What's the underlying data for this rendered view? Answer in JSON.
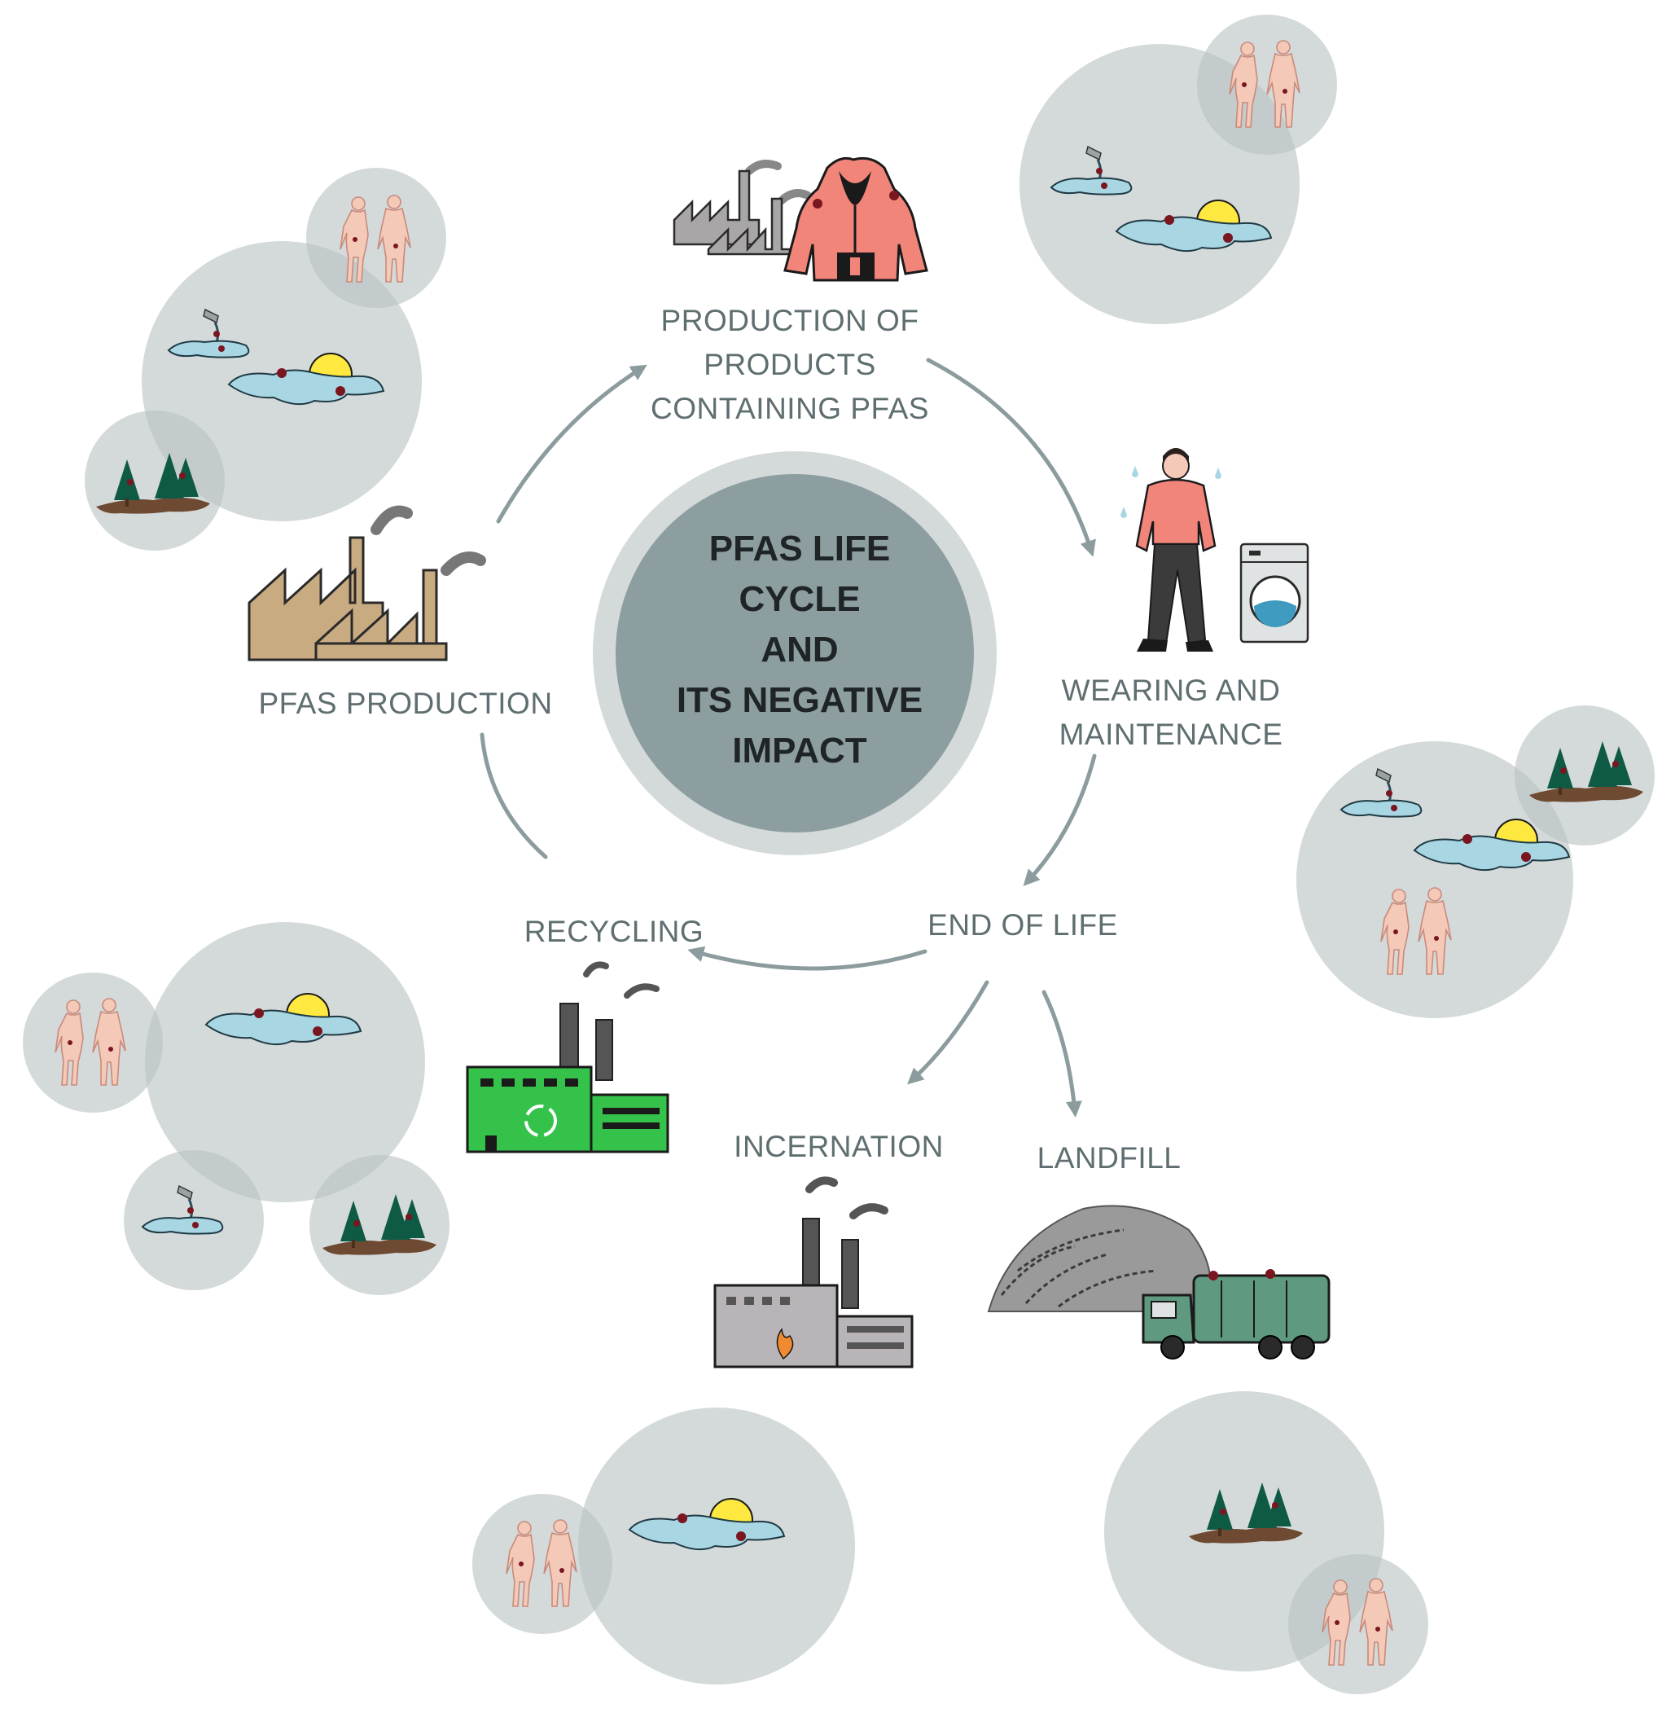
{
  "center": {
    "line1": "PFAS LIFE",
    "line2": "CYCLE",
    "line3": "AND",
    "line4": "ITS NEGATIVE",
    "line5": "IMPACT"
  },
  "stages": {
    "pfas_production": "PFAS PRODUCTION",
    "production_line1": "PRODUCTION OF",
    "production_line2": "PRODUCTS",
    "production_line3": "CONTAINING PFAS",
    "wearing_line1": "WEARING AND",
    "wearing_line2": "MAINTENANCE",
    "end_of_life": "END OF LIFE",
    "recycling": "RECYCLING",
    "incineration": "INCERNATION",
    "landfill": "LANDFILL"
  },
  "colors": {
    "center_fill": "#8d9ea0",
    "center_ring": "#d4d9da",
    "arrow": "#8c9c9e",
    "bubble": "#b9c2c3",
    "pfas_dot": "#7a1620",
    "recycling_factory": "#35c24a",
    "jacket": "#f2857a",
    "truck": "#5f9a80"
  }
}
